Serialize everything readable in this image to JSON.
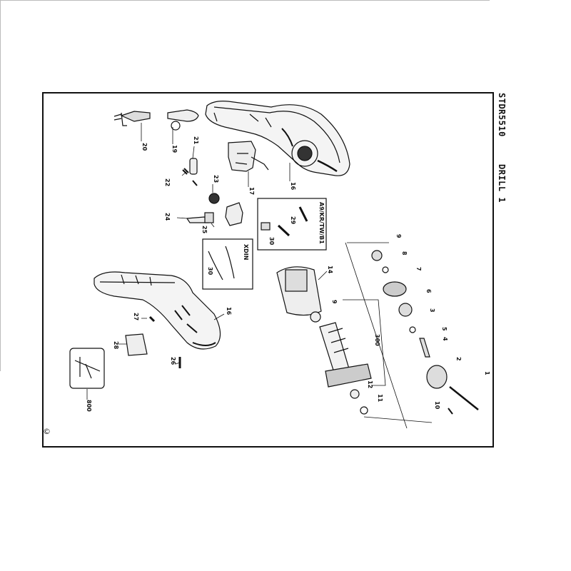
{
  "header": {
    "model": "STDR5510",
    "title": "DRILL 1"
  },
  "copyright": "©",
  "boxes": {
    "a9": "A9/KR/TW/B1",
    "xdin": "XDIN"
  },
  "parts": {
    "p1": "1",
    "p2": "2",
    "p3": "3",
    "p4": "4",
    "p5": "5",
    "p6": "6",
    "p7": "7",
    "p8": "8",
    "p9a": "9",
    "p9b": "9",
    "p10": "10",
    "p11": "11",
    "p12": "12",
    "p14": "14",
    "p16a": "16",
    "p16b": "16",
    "p17": "17",
    "p19": "19",
    "p20": "20",
    "p21": "21",
    "p22": "22",
    "p23": "23",
    "p24": "24",
    "p25": "25",
    "p26": "26",
    "p27": "27",
    "p28": "28",
    "p29": "29",
    "p30": "30",
    "p300": "300",
    "p800": "800",
    "p30x": "30"
  }
}
